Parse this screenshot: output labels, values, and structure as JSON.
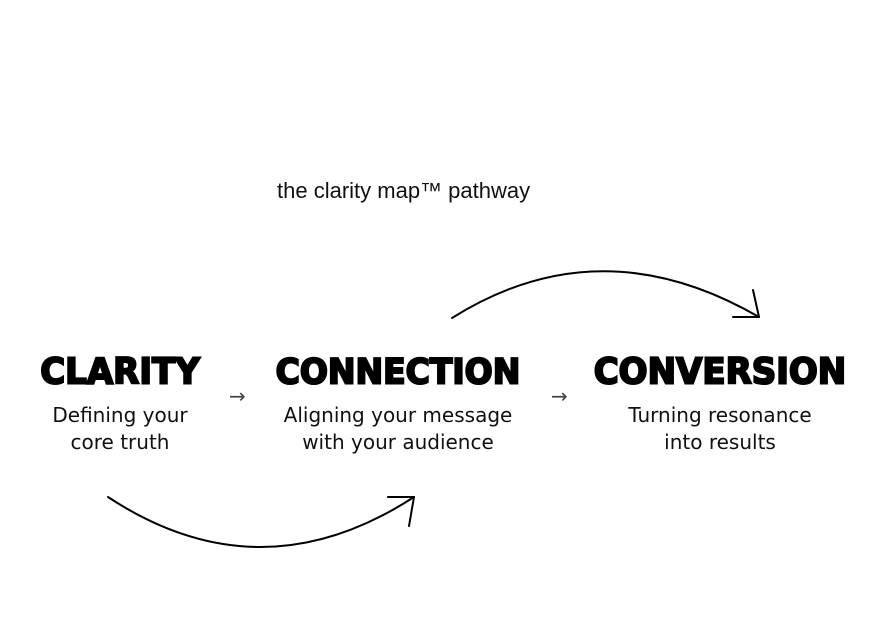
{
  "title": "the clarity map™ pathway",
  "stages": [
    {
      "heading": "CLARITY",
      "description_line1": "Defining your",
      "description_line2": "core truth"
    },
    {
      "heading": "CONNECTION",
      "description_line1": "Aligning your message",
      "description_line2": "with your audience"
    },
    {
      "heading": "CONVERSION",
      "description_line1": "Turning resonance",
      "description_line2": "into results"
    }
  ],
  "connectors": {
    "small_arrow_glyph": "→"
  },
  "colors": {
    "background": "#ffffff",
    "text": "#000000",
    "arrow": "#444444"
  }
}
